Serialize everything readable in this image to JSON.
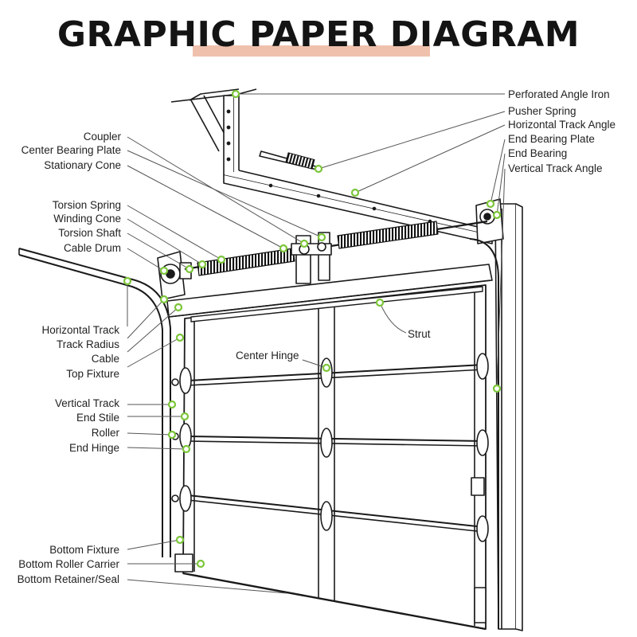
{
  "title": "GRAPHIC PAPER DIAGRAM",
  "colors": {
    "marker": "#7cc63a",
    "underline": "#efc1ad",
    "line": "#1a1a1a",
    "leader": "#555555"
  },
  "labels": {
    "perforated_angle_iron": "Perforated Angle Iron",
    "pusher_spring": "Pusher Spring",
    "horizontal_track_angle": "Horizontal Track Angle",
    "end_bearing_plate": "End Bearing Plate",
    "end_bearing": "End Bearing",
    "vertical_track_angle": "Vertical Track Angle",
    "coupler": "Coupler",
    "center_bearing_plate": "Center Bearing Plate",
    "stationary_cone": "Stationary Cone",
    "torsion_spring": "Torsion Spring",
    "winding_cone": "Winding Cone",
    "torsion_shaft": "Torsion Shaft",
    "cable_drum": "Cable Drum",
    "horizontal_track": "Horizontal Track",
    "track_radius": "Track Radius",
    "cable": "Cable",
    "top_fixture": "Top Fixture",
    "center_hinge": "Center Hinge",
    "strut": "Strut",
    "vertical_track": "Vertical Track",
    "end_stile": "End Stile",
    "roller": "Roller",
    "end_hinge": "End Hinge",
    "bottom_fixture": "Bottom Fixture",
    "bottom_roller_carrier": "Bottom Roller Carrier",
    "bottom_retainer_seal": "Bottom Retainer/Seal"
  }
}
